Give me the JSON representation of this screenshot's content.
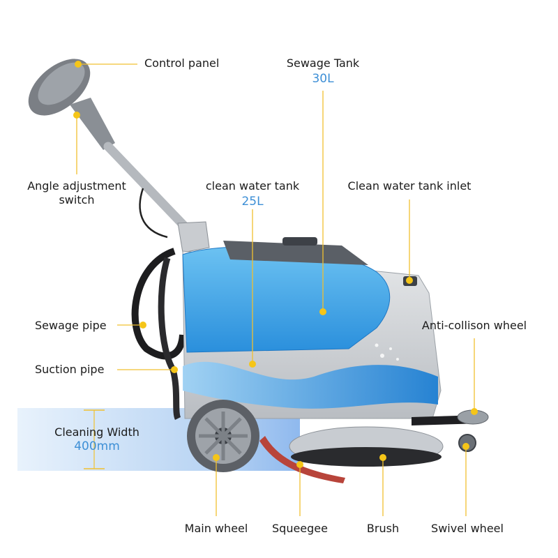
{
  "labels": {
    "control_panel": "Control panel",
    "sewage_tank": "Sewage Tank",
    "sewage_tank_capacity": "30L",
    "angle_adjustment_line1": "Angle adjustment",
    "angle_adjustment_line2": "switch",
    "clean_water_tank": "clean water tank",
    "clean_water_tank_capacity": "25L",
    "clean_water_tank_inlet": "Clean water tank inlet",
    "sewage_pipe": "Sewage pipe",
    "anti_collison_wheel": "Anti-collison wheel",
    "suction_pipe": "Suction pipe",
    "cleaning_width": "Cleaning Width",
    "cleaning_width_value": "400mm",
    "main_wheel": "Main wheel",
    "squeegee": "Squeegee",
    "brush": "Brush",
    "swivel_wheel": "Swivel wheel"
  },
  "colors": {
    "callout_dot": "#f5c518",
    "leader_line": "#f0c030",
    "capacity_text": "#3d8fd6",
    "tank_blue": "#3fa3e6",
    "body_grey": "#d4d7db"
  }
}
